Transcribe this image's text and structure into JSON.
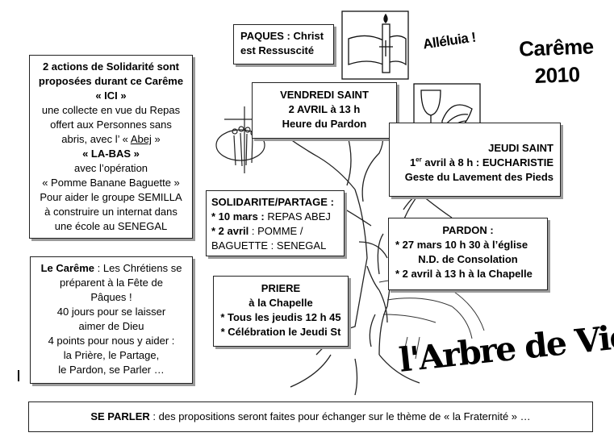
{
  "title": {
    "line1": "Carême",
    "line2": "2010"
  },
  "alleluia": "Alléluia !",
  "arbre_de_vie": "l'Arbre de Vie",
  "paques": {
    "line1": "PAQUES : Christ",
    "line2": "est Ressuscité"
  },
  "vendredi": {
    "line1": "VENDREDI SAINT",
    "line2": "2 AVRIL à 13 h",
    "line3": "Heure du Pardon"
  },
  "jeudi": {
    "line1": "JEUDI SAINT",
    "line2_num": "1",
    "line2_sup": "er",
    "line2_rest": " avril à 8 h :  EUCHARISTIE",
    "line3": "Geste du Lavement des Pieds"
  },
  "solidarite_actions": {
    "line1": "2 actions de Solidarité sont",
    "line2": "proposées durant ce Carême",
    "line3": "« ICI »",
    "line4": "une collecte en vue du Repas",
    "line5": "offert aux Personnes sans",
    "line6_pre": "abris, avec l’ « ",
    "line6_link": "Abej",
    "line6_post": " »",
    "line7": "« LA-BAS »",
    "line8": "avec l’opération",
    "line9": "« Pomme Banane Baguette »",
    "line10": "Pour aider le groupe  SEMILLA",
    "line11": "à construire un internat dans",
    "line12": "une école au SENEGAL"
  },
  "solidarite_partage": {
    "line1": "SOLIDARITE/PARTAGE :",
    "line2_bold": "* 10 mars :",
    "line2_rest": " REPAS ABEJ",
    "line3_bold": "* 2 avril",
    "line3_rest": " : POMME  /",
    "line4": "BAGUETTE : SENEGAL"
  },
  "pardon": {
    "line1": "PARDON :",
    "line2": "* 27 mars 10 h 30 à l’église",
    "line3": "N.D. de Consolation",
    "line4": "* 2 avril à 13 h à la Chapelle"
  },
  "careme": {
    "line1_bold": "Le Carême",
    "line1_rest": " : Les Chrétiens se",
    "line2": "préparent à la Fête de",
    "line3": "Pâques !",
    "line4": "40 jours pour  se laisser",
    "line5": "aimer de Dieu",
    "line6": "4 points pour nous  y aider :",
    "line7": "la Prière, le Partage,",
    "line8": "le Pardon, se Parler …"
  },
  "priere": {
    "line1": "PRIERE",
    "line2": "à la Chapelle",
    "line3": "* Tous les jeudis 12 h 45",
    "line4": "* Célébration le Jeudi St"
  },
  "se_parler": {
    "bold": "SE PARLER",
    "rest": " : des propositions seront faites pour échanger sur le thème de « la Fraternité » …"
  }
}
